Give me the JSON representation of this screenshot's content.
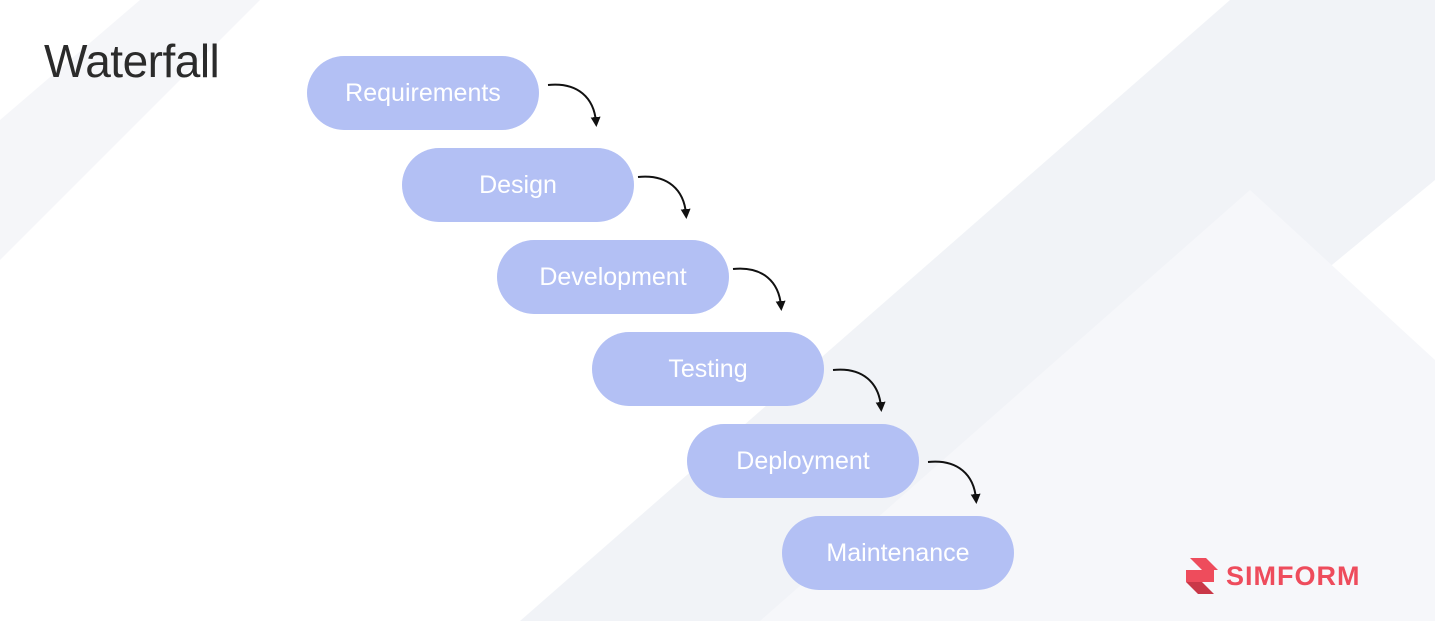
{
  "title": "Waterfall",
  "steps": [
    {
      "label": "Requirements"
    },
    {
      "label": "Design"
    },
    {
      "label": "Development"
    },
    {
      "label": "Testing"
    },
    {
      "label": "Deployment"
    },
    {
      "label": "Maintenance"
    }
  ],
  "brand": {
    "name": "SIMFORM",
    "color": "#ee4c5c"
  },
  "colors": {
    "step_fill": "#b3c0f4",
    "step_text": "#ffffff",
    "arrow": "#111111",
    "bg_shape": "#eef0f6"
  }
}
